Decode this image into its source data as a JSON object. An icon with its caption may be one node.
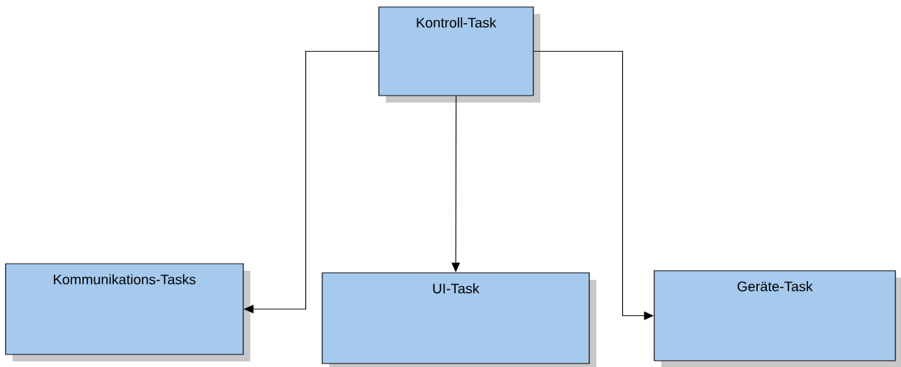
{
  "diagram": {
    "nodes": [
      {
        "text": [
          "Kontroll-Task"
        ]
      },
      {
        "text": [
          "Kommunikations-Tasks"
        ]
      },
      {
        "text": [
          "UI-Task"
        ]
      },
      {
        "text": [
          "Geräte-Task"
        ]
      }
    ],
    "edges": [
      {
        "from": 0,
        "to": 1,
        "arrow": "to"
      },
      {
        "from": 0,
        "to": 2,
        "arrow": "to"
      },
      {
        "from": 0,
        "to": 3,
        "arrow": "to"
      }
    ]
  }
}
